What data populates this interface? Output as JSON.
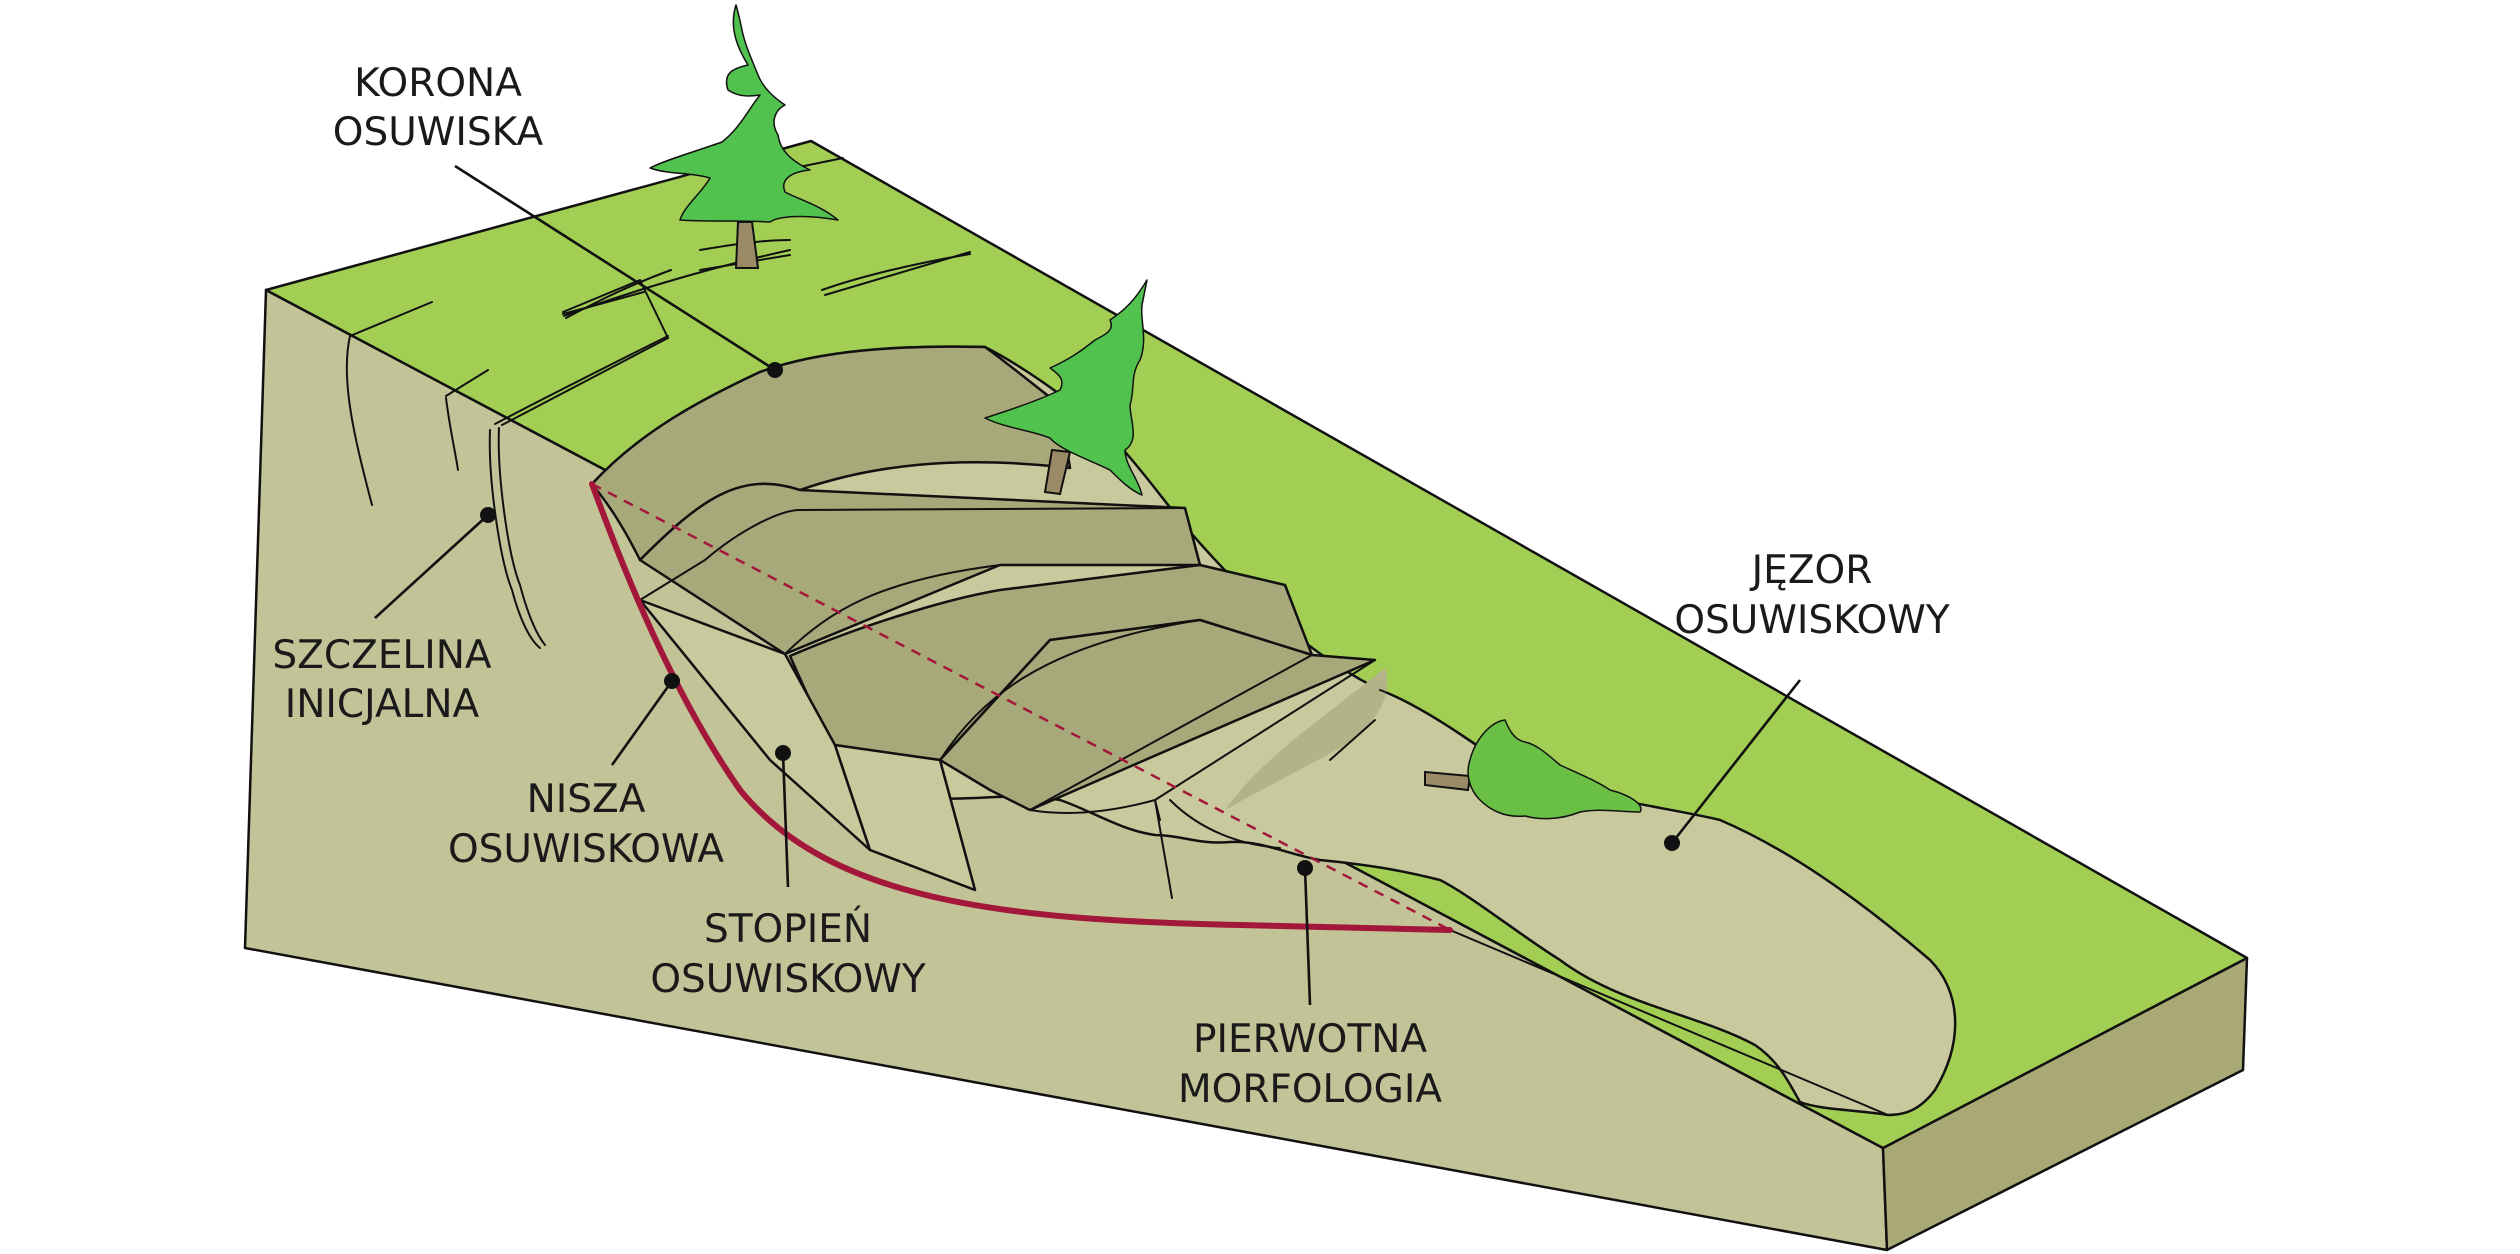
{
  "colors": {
    "grass": "#a2cf53",
    "soil_side": "#c2c397",
    "soil_front": "#a9a975",
    "slide_dark": "#a8a97a",
    "slide_light": "#c8c99c",
    "tree": "#52c24f",
    "trunk": "#9a8a65",
    "slip_surface": "#a3173a",
    "outline": "#111111"
  },
  "labels": {
    "korona": {
      "line1": "KORONA",
      "line2": "OSUWISKA"
    },
    "szczelina": {
      "line1": "SZCZELINA",
      "line2": "INICJALNA"
    },
    "nisza": {
      "line1": "NISZA",
      "line2": "OSUWISKOWA"
    },
    "stopien": {
      "line1": "STOPIEŃ",
      "line2": "OSUWISKOWY"
    },
    "pierwotna": {
      "line1": "PIERWOTNA",
      "line2": "MORFOLOGIA"
    },
    "jezor": {
      "line1": "JĘZOR",
      "line2": "OSUWISKOWY"
    }
  }
}
